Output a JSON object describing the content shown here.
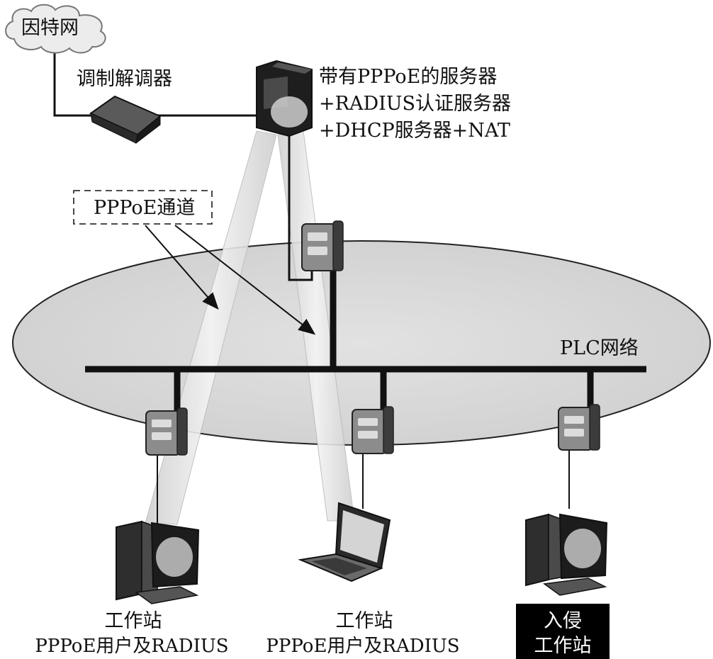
{
  "labels": {
    "internet": "因特网",
    "modem": "调制解调器",
    "server_line1": "带有PPPoE的服务器",
    "server_line2": "+RADIUS认证服务器",
    "server_line3": "+DHCP服务器+NAT",
    "tunnel": "PPPoE通道",
    "plc_network": "PLC网络",
    "ws1_line1": "工作站",
    "ws1_line2": "PPPoE用户及RADIUS",
    "ws2_line1": "工作站",
    "ws2_line2": "PPPoE用户及RADIUS",
    "ws3_line1": "入侵",
    "ws3_line2": "工作站"
  },
  "colors": {
    "ellipse_fill": "#d8d8d8",
    "line": "#111111",
    "beam": "#e6e6e6",
    "intruder_bg": "#000000"
  },
  "icons": [
    "cloud-icon",
    "modem-icon",
    "server-icon",
    "plc-adapter-icon",
    "desktop-pc-icon",
    "laptop-icon"
  ]
}
